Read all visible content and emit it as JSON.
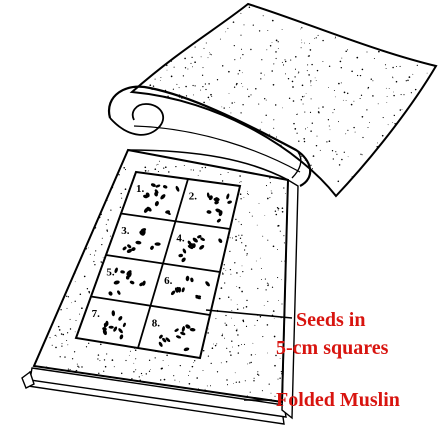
{
  "callouts": {
    "seeds_line1": "Seeds in",
    "seeds_line2": "5-cm squares",
    "muslin": "Folded Muslin"
  },
  "squares": [
    {
      "number": "1."
    },
    {
      "number": "2."
    },
    {
      "number": "3."
    },
    {
      "number": "4."
    },
    {
      "number": "5."
    },
    {
      "number": "6."
    },
    {
      "number": "7."
    },
    {
      "number": "8."
    }
  ],
  "colors": {
    "callout_text": "#d8140f",
    "ink": "#000000",
    "paper": "#ffffff"
  }
}
